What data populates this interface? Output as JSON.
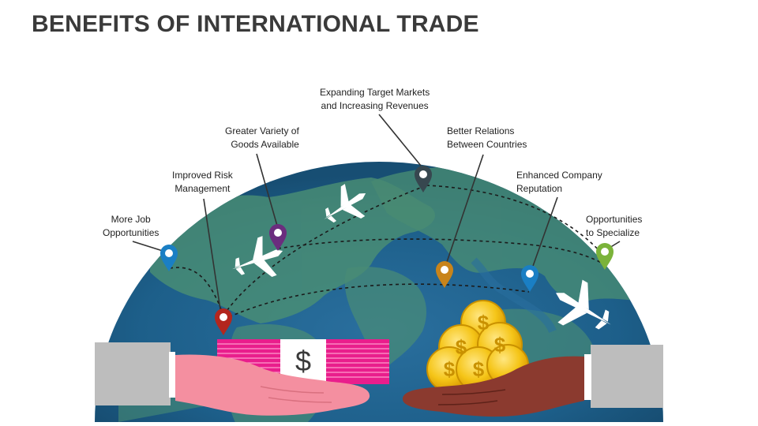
{
  "title": "BENEFITS OF INTERNATIONAL TRADE",
  "benefits": [
    {
      "line1": "More Job",
      "line2": "Opportunities",
      "color": "#1a7fc4"
    },
    {
      "line1": "Improved Risk",
      "line2": "Management",
      "color": "#b3261e"
    },
    {
      "line1": "Greater Variety of",
      "line2": "Goods Available",
      "color": "#6b2d7e"
    },
    {
      "line1": "Expanding Target Markets",
      "line2": "and Increasing Revenues",
      "color": "#37474f"
    },
    {
      "line1": "Better Relations",
      "line2": "Between Countries",
      "color": "#c8841a"
    },
    {
      "line1": "Enhanced Company",
      "line2": "Reputation",
      "color": "#1a7fc4"
    },
    {
      "line1": "Opportunities",
      "line2": "to Specialize",
      "color": "#7bb33a"
    }
  ],
  "banknote_symbol": "$",
  "coin_symbol": "$",
  "colors": {
    "ocean": "#1d5f8a",
    "land": "#3f8a6a",
    "banknote": "#e91e8c",
    "coin": "#f5c518",
    "hand_light": "#f48fa0",
    "hand_dark": "#8b3a2f",
    "sleeve": "#bdbdbd"
  }
}
